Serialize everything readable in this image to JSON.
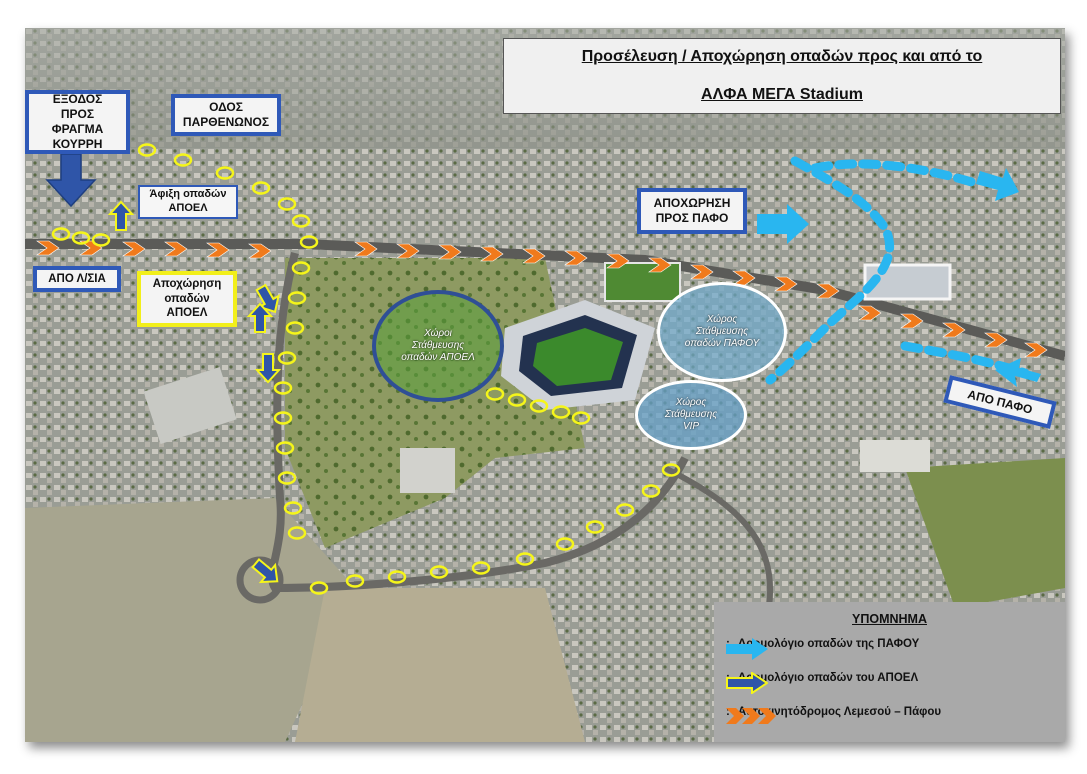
{
  "title": {
    "line1": "Προσέλευση / Αποχώρηση οπαδών προς και από το",
    "line2": "ΑΛΦΑ ΜΕΓΑ Stadium"
  },
  "labels": {
    "exit_kourri": "ΕΞΟΔΟΣ ΠΡΟΣ ΦΡΑΓΜΑ ΚΟΥΡΡΗ",
    "odos_parthenonos": "ΟΔΟΣ ΠΑΡΘΕΝΩΝΟΣ",
    "arrival_apoel": "Άφιξη οπαδών ΑΠΟΕΛ",
    "from_lefkosia": "ΑΠΟ Λ/ΣΙΑ",
    "departure_apoel": "Αποχώρηση οπαδών ΑΠΟΕΛ",
    "departure_pafos": "ΑΠΟΧΩΡΗΣΗ ΠΡΟΣ ΠΑΦΟ",
    "from_pafos": "ΑΠΟ ΠΑΦΟ"
  },
  "zones": {
    "apoel_parking": "Χώροι Στάθμευσης οπαδών ΑΠΟΕΛ",
    "pafos_parking": "Χώρος Στάθμευσης οπαδών ΠΑΦΟΥ",
    "vip_parking": "Χώρος Στάθμευσης VIP"
  },
  "legend": {
    "title": "ΥΠΟΜΝΗΜΑ",
    "items": [
      {
        "icon": "light-blue-arrow-icon",
        "prefix": ":",
        "text": "Δρομολόγιο οπαδών της ΠΑΦΟΥ"
      },
      {
        "icon": "yellow-blue-arrow-icon",
        "prefix": ":",
        "text": "Δρομολόγιο οπαδών του ΑΠΟΕΛ"
      },
      {
        "icon": "orange-chevrons-icon",
        "prefix": ":",
        "text": "Αυτοκινητόδρομος Λεμεσού – Πάφου"
      }
    ]
  },
  "colors": {
    "pafos_route": "#29b6f0",
    "apoel_route_fill": "#2f55a8",
    "apoel_route_outline": "#f5f51a",
    "highway": "#f07a1c",
    "label_border_blue": "#2f59b8",
    "label_border_yellow": "#f2ef1a"
  }
}
